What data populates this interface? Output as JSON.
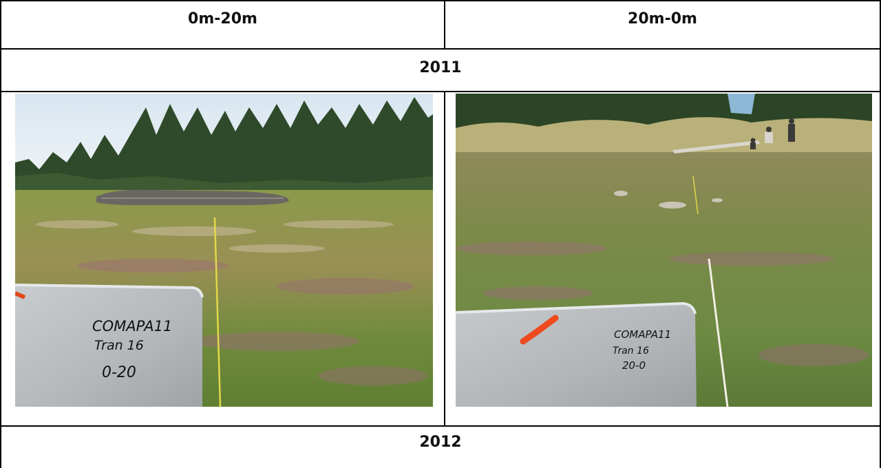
{
  "table": {
    "headers": [
      "0m-20m",
      "20m-0m"
    ],
    "rows": [
      {
        "year": "2011"
      },
      {
        "year": "2012"
      }
    ]
  },
  "photos": {
    "left": {
      "board_lines": [
        "COMAPA11",
        "Tran 16",
        "0-20"
      ]
    },
    "right": {
      "board_lines": [
        "COMAPA11",
        "Tran 16",
        "20-0"
      ]
    }
  }
}
